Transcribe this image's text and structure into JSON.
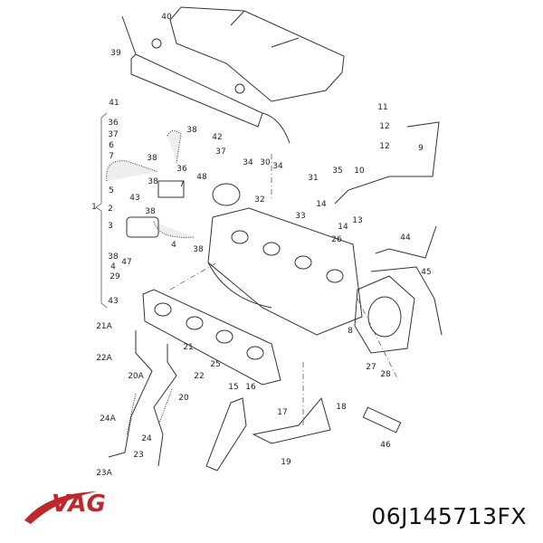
{
  "diagram": {
    "callouts": [
      "40",
      "39",
      "41",
      "36",
      "37",
      "6",
      "7",
      "5",
      "1",
      "2",
      "3",
      "38",
      "4",
      "38",
      "37",
      "36",
      "38",
      "38",
      "43",
      "7",
      "48",
      "38",
      "4",
      "38",
      "47",
      "42",
      "34",
      "30",
      "34",
      "31",
      "35",
      "32",
      "33",
      "11",
      "12",
      "12",
      "9",
      "10",
      "14",
      "14",
      "13",
      "26",
      "44",
      "45",
      "8",
      "27",
      "28",
      "29",
      "43",
      "21A",
      "22A",
      "21",
      "25",
      "22",
      "20A",
      "20",
      "24A",
      "24",
      "23",
      "23A",
      "15",
      "16",
      "17",
      "18",
      "19",
      "46"
    ]
  },
  "brand": {
    "logo_text": "VAG",
    "logo_color": "#c0272d"
  },
  "part_number": "06J145713FX"
}
